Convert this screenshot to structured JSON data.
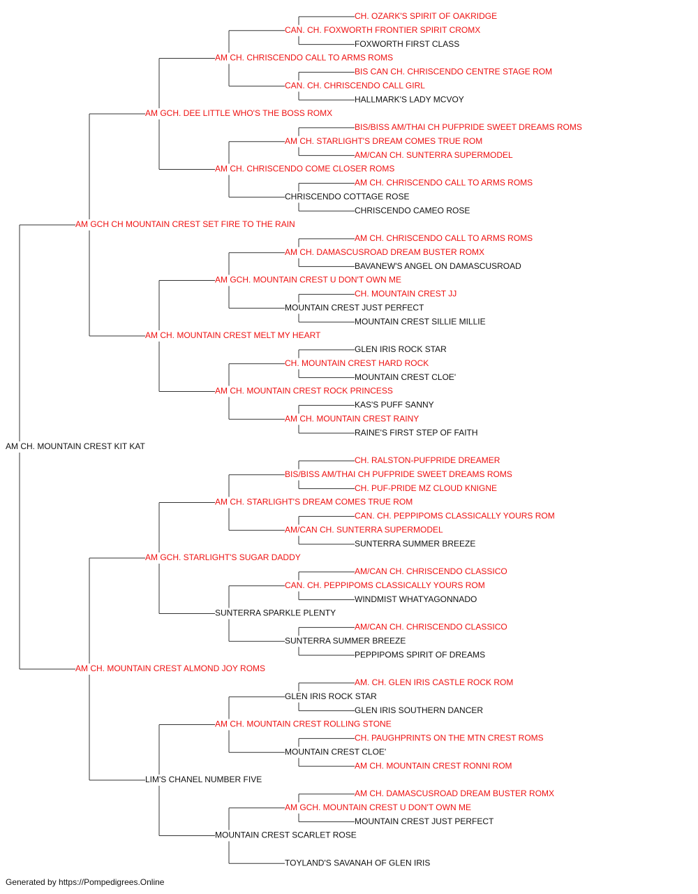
{
  "colors": {
    "titled": "#ee1111",
    "untitled": "#111111",
    "line": "#333333"
  },
  "footer": "Generated by https://Pompedigrees.Online",
  "pedigree": {
    "name": "AM CH. MOUNTAIN CREST KIT KAT",
    "titled": false,
    "sire": {
      "name": "AM GCH CH MOUNTAIN CREST SET FIRE TO THE RAIN",
      "titled": true,
      "sire": {
        "name": "AM GCH. DEE LITTLE WHO'S THE BOSS ROMX",
        "titled": true,
        "sire": {
          "name": "AM CH. CHRISCENDO CALL TO ARMS ROMS",
          "titled": true,
          "sire": {
            "name": "CAN. CH. FOXWORTH FRONTIER SPIRIT CROMX",
            "titled": true,
            "sire": {
              "name": "CH. OZARK'S SPIRIT OF OAKRIDGE",
              "titled": true
            },
            "dam": {
              "name": "FOXWORTH FIRST CLASS",
              "titled": false
            }
          },
          "dam": {
            "name": "CAN. CH. CHRISCENDO CALL GIRL",
            "titled": true,
            "sire": {
              "name": "BIS CAN CH. CHRISCENDO CENTRE STAGE ROM",
              "titled": true
            },
            "dam": {
              "name": "HALLMARK'S LADY MCVOY",
              "titled": false
            }
          }
        },
        "dam": {
          "name": "AM CH. CHRISCENDO COME CLOSER ROMS",
          "titled": true,
          "sire": {
            "name": "AM CH. STARLIGHT'S DREAM COMES TRUE ROM",
            "titled": true,
            "sire": {
              "name": "BIS/BISS AM/THAI CH PUFPRIDE SWEET DREAMS ROMS",
              "titled": true
            },
            "dam": {
              "name": "AM/CAN CH. SUNTERRA SUPERMODEL",
              "titled": true
            }
          },
          "dam": {
            "name": "CHRISCENDO COTTAGE ROSE",
            "titled": false,
            "sire": {
              "name": "AM CH. CHRISCENDO CALL TO ARMS ROMS",
              "titled": true
            },
            "dam": {
              "name": "CHRISCENDO CAMEO ROSE",
              "titled": false
            }
          }
        }
      },
      "dam": {
        "name": "AM CH. MOUNTAIN CREST MELT MY HEART",
        "titled": true,
        "sire": {
          "name": "AM GCH. MOUNTAIN CREST U DON'T OWN ME",
          "titled": true,
          "sire": {
            "name": "AM CH. DAMASCUSROAD DREAM BUSTER ROMX",
            "titled": true,
            "sire": {
              "name": "AM CH. CHRISCENDO CALL TO ARMS ROMS",
              "titled": true
            },
            "dam": {
              "name": "BAVANEW'S ANGEL ON DAMASCUSROAD",
              "titled": false
            }
          },
          "dam": {
            "name": "MOUNTAIN CREST JUST PERFECT",
            "titled": false,
            "sire": {
              "name": "CH. MOUNTAIN CREST JJ",
              "titled": true
            },
            "dam": {
              "name": "MOUNTAIN CREST SILLIE MILLIE",
              "titled": false
            }
          }
        },
        "dam": {
          "name": "AM CH. MOUNTAIN CREST ROCK PRINCESS",
          "titled": true,
          "sire": {
            "name": "CH. MOUNTAIN CREST HARD ROCK",
            "titled": true,
            "sire": {
              "name": "GLEN IRIS ROCK STAR",
              "titled": false
            },
            "dam": {
              "name": "MOUNTAIN CREST CLOE'",
              "titled": false
            }
          },
          "dam": {
            "name": "AM CH. MOUNTAIN CREST RAINY",
            "titled": true,
            "sire": {
              "name": "KAS'S PUFF SANNY",
              "titled": false
            },
            "dam": {
              "name": "RAINE'S FIRST STEP OF FAITH",
              "titled": false
            }
          }
        }
      }
    },
    "dam": {
      "name": "AM CH. MOUNTAIN CREST ALMOND JOY ROMS",
      "titled": true,
      "sire": {
        "name": "AM GCH. STARLIGHT'S SUGAR DADDY",
        "titled": true,
        "sire": {
          "name": "AM CH. STARLIGHT'S DREAM COMES TRUE ROM",
          "titled": true,
          "sire": {
            "name": "BIS/BISS AM/THAI CH PUFPRIDE SWEET DREAMS ROMS",
            "titled": true,
            "sire": {
              "name": "CH. RALSTON-PUFPRIDE DREAMER",
              "titled": true
            },
            "dam": {
              "name": "CH. PUF-PRIDE MZ CLOUD KNIGNE",
              "titled": true
            }
          },
          "dam": {
            "name": "AM/CAN CH. SUNTERRA SUPERMODEL",
            "titled": true,
            "sire": {
              "name": "CAN. CH. PEPPIPOMS CLASSICALLY YOURS ROM",
              "titled": true
            },
            "dam": {
              "name": "SUNTERRA SUMMER BREEZE",
              "titled": false
            }
          }
        },
        "dam": {
          "name": "SUNTERRA SPARKLE PLENTY",
          "titled": false,
          "sire": {
            "name": "CAN. CH. PEPPIPOMS CLASSICALLY YOURS ROM",
            "titled": true,
            "sire": {
              "name": "AM/CAN CH. CHRISCENDO CLASSICO",
              "titled": true
            },
            "dam": {
              "name": "WINDMIST WHATYAGONNADO",
              "titled": false
            }
          },
          "dam": {
            "name": "SUNTERRA SUMMER BREEZE",
            "titled": false,
            "sire": {
              "name": "AM/CAN CH. CHRISCENDO CLASSICO",
              "titled": true
            },
            "dam": {
              "name": "PEPPIPOMS SPIRIT OF DREAMS",
              "titled": false
            }
          }
        }
      },
      "dam": {
        "name": "LIM'S CHANEL NUMBER FIVE",
        "titled": false,
        "sire": {
          "name": "AM CH. MOUNTAIN CREST ROLLING STONE",
          "titled": true,
          "sire": {
            "name": "GLEN IRIS ROCK STAR",
            "titled": false,
            "sire": {
              "name": "AM. CH. GLEN IRIS CASTLE ROCK ROM",
              "titled": true
            },
            "dam": {
              "name": "GLEN IRIS SOUTHERN DANCER",
              "titled": false
            }
          },
          "dam": {
            "name": "MOUNTAIN CREST CLOE'",
            "titled": false,
            "sire": {
              "name": "CH. PAUGHPRINTS ON THE MTN CREST ROMS",
              "titled": true
            },
            "dam": {
              "name": "AM CH. MOUNTAIN CREST RONNI ROM",
              "titled": true
            }
          }
        },
        "dam": {
          "name": "MOUNTAIN CREST SCARLET ROSE",
          "titled": false,
          "sire": {
            "name": "AM GCH. MOUNTAIN CREST U DON'T OWN ME",
            "titled": true,
            "sire": {
              "name": "AM CH. DAMASCUSROAD DREAM BUSTER ROMX",
              "titled": true
            },
            "dam": {
              "name": "MOUNTAIN CREST JUST PERFECT",
              "titled": false
            }
          },
          "dam": {
            "name": "TOYLAND'S SAVANAH OF GLEN IRIS",
            "titled": false
          }
        }
      }
    }
  }
}
